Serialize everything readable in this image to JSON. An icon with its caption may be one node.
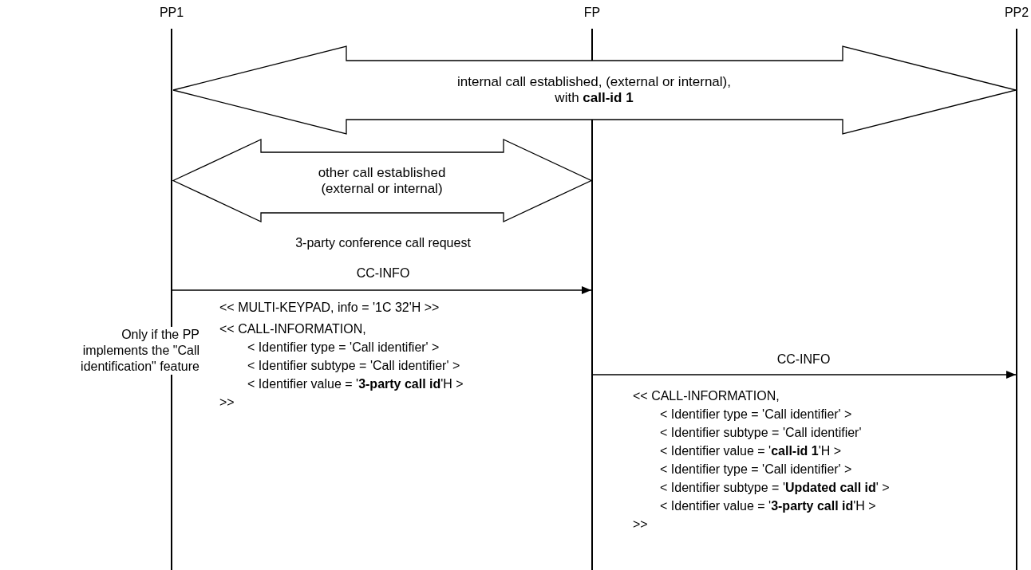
{
  "diagram": {
    "nodes": [
      {
        "text": [
          "PP1"
        ]
      },
      {
        "text": [
          "FP"
        ]
      },
      {
        "text": [
          "PP2"
        ]
      }
    ],
    "edges": [
      {
        "from": 0,
        "to": 2,
        "arrow": "both",
        "label": "internal call established, (external or internal), with **call-id 1**",
        "style": "thick"
      },
      {
        "from": 0,
        "to": 1,
        "arrow": "both",
        "label": "other call established (external or internal)",
        "style": "thick"
      },
      {
        "from": 0,
        "to": 1,
        "arrow": "to",
        "label": "CC-INFO"
      },
      {
        "from": 1,
        "to": 2,
        "arrow": "to",
        "label": "CC-INFO"
      }
    ],
    "labels": [
      "3-party conference call request",
      "<< MULTI-KEYPAD, info = '1C 32'H >>",
      "<< CALL-INFORMATION,",
      "< Identifier type = 'Call identifier' >",
      "< Identifier subtype = 'Call identifier' >",
      "< Identifier value = '**3-party call id**'H >",
      ">>",
      "Only if the PP implements the \"Call identification\" feature",
      "<< CALL-INFORMATION,",
      "< Identifier type = 'Call identifier' >",
      "< Identifier subtype = 'Call identifier'",
      "< Identifier value = '**call-id 1**'H >",
      "< Identifier type = 'Call identifier' >",
      "< Identifier subtype = '**Updated call id**' >",
      "< Identifier value = '**3-party call id**'H >",
      ">>"
    ]
  }
}
